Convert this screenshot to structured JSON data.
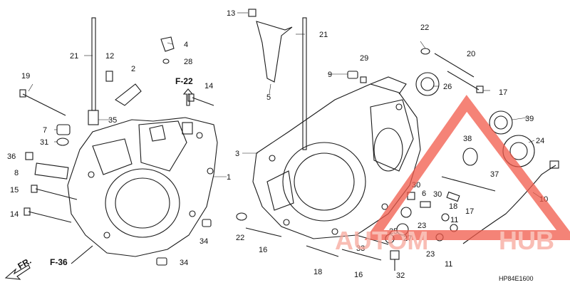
{
  "diagram": {
    "callouts": {
      "c13": "13",
      "c21a": "21",
      "c21b": "21",
      "c22a": "22",
      "c22b": "22",
      "c4": "4",
      "c28": "28",
      "c12": "12",
      "c2": "2",
      "c19": "19",
      "c14a": "14",
      "c14b": "14",
      "c35": "35",
      "c7": "7",
      "c31": "31",
      "c36": "36",
      "c8": "8",
      "c15": "15",
      "c1": "1",
      "c34a": "34",
      "c34b": "34",
      "c3": "3",
      "c5": "5",
      "c9": "9",
      "c29": "29",
      "c26": "26",
      "c20": "20",
      "c17a": "17",
      "c17b": "17",
      "c39": "39",
      "c38": "38",
      "c24": "24",
      "c37": "37",
      "c10": "10",
      "c30a": "30",
      "c30b": "30",
      "c6": "6",
      "c18a": "18",
      "c18b": "18",
      "c11a": "11",
      "c11b": "11",
      "c25": "25",
      "c27": "27",
      "c23a": "23",
      "c23b": "23",
      "c33": "33",
      "c16a": "16",
      "c16b": "16",
      "c32": "32"
    },
    "refs": {
      "f22": "F-22",
      "f36": "F-36",
      "fr": "FR."
    },
    "code": "HP84E1600"
  },
  "watermark": {
    "text_left": "AUTOM",
    "text_right": "HUB",
    "color": "#f15a4a"
  }
}
